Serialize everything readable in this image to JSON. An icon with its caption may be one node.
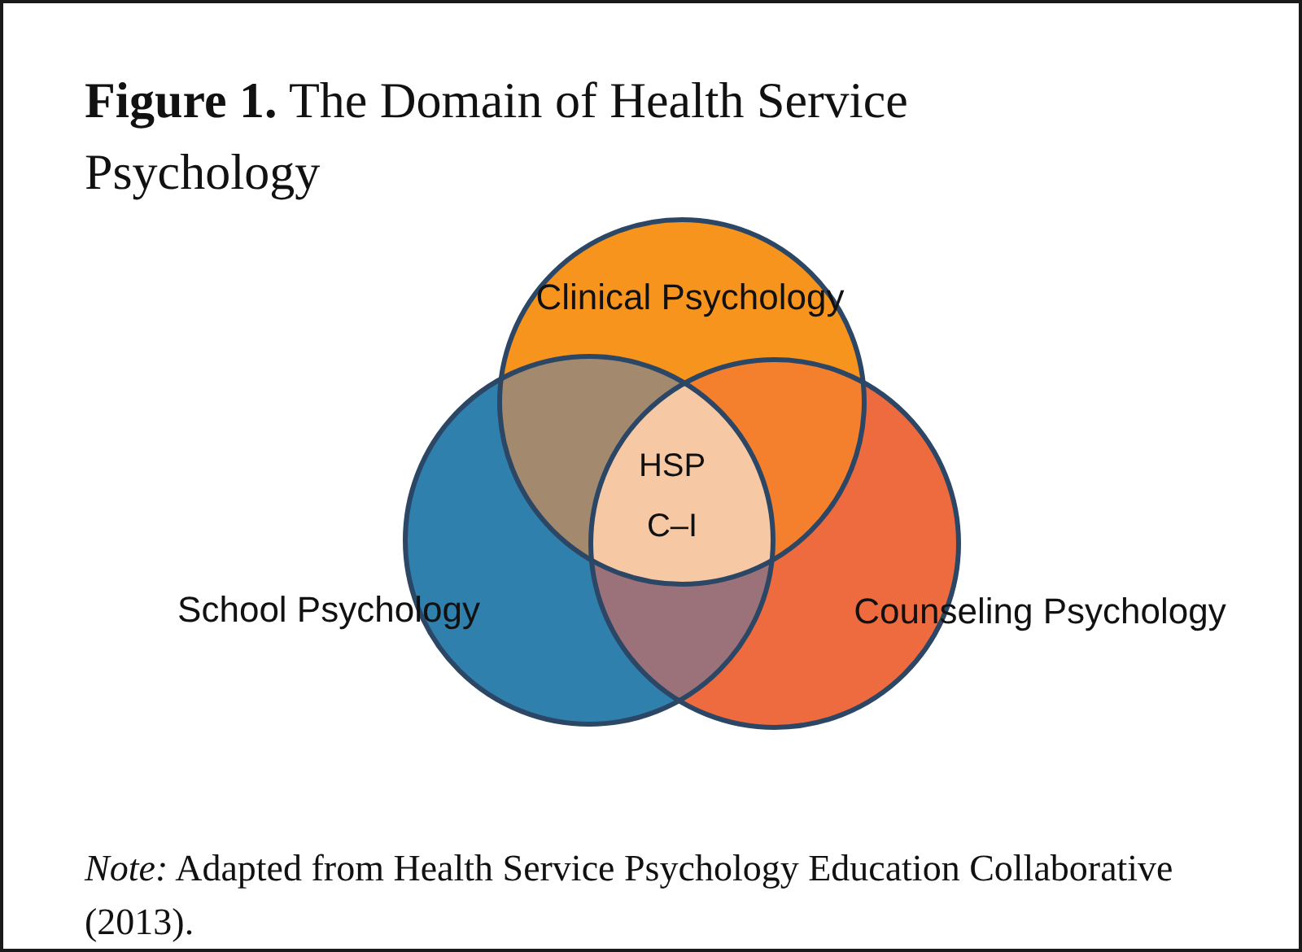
{
  "diagram": {
    "title": "**Figure 1.** The Domain of Health Service Psychology",
    "caption": "*Note:* Adapted from Health Service Psychology Education Collaborative (2013).",
    "nodes": [
      {
        "text": [
          "Clinical Psychology"
        ]
      },
      {
        "text": [
          "School Psychology"
        ]
      },
      {
        "text": [
          "Counseling Psychology"
        ]
      },
      {
        "text": [
          "HSP",
          "C–I"
        ]
      }
    ]
  }
}
